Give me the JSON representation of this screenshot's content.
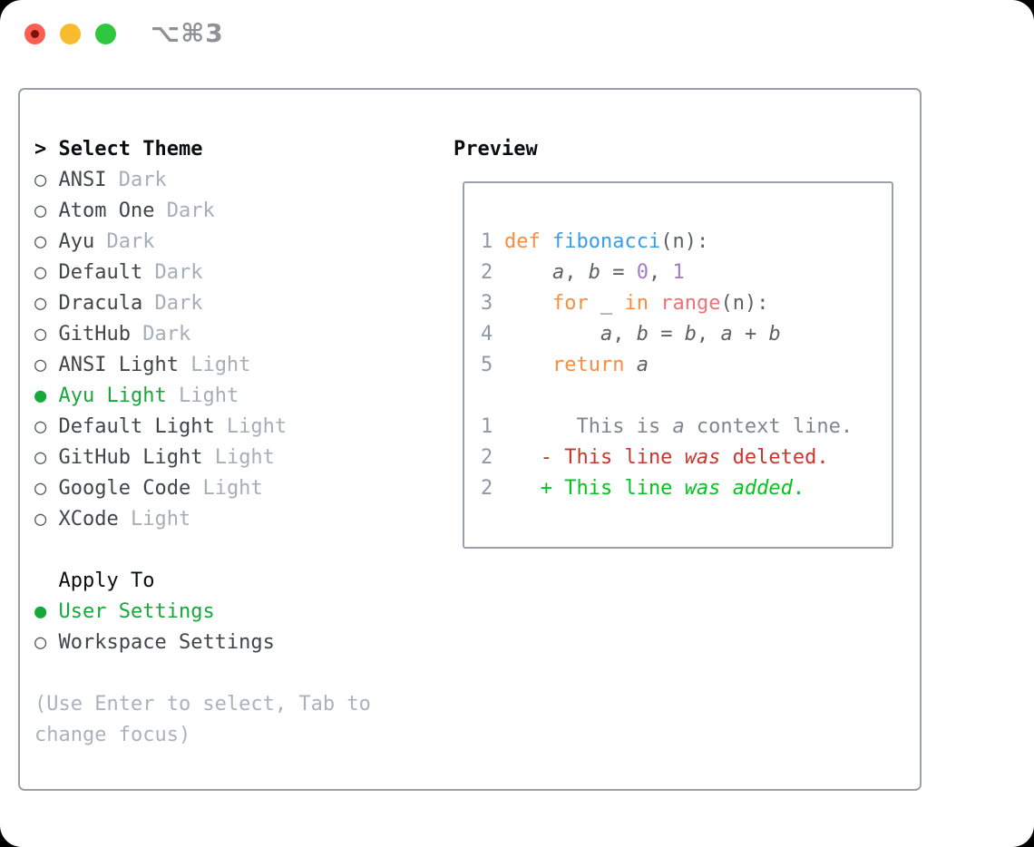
{
  "titlebar": {
    "shortcut": "⌥⌘3",
    "buttons": [
      "close",
      "minimize",
      "zoom"
    ]
  },
  "colors": {
    "accent_green": "#17a83c",
    "item_name": "#40454b",
    "variant_muted": "#a6aeb8",
    "circle_marker": "#53585e",
    "header_black": "#0a0d10",
    "help_muted": "#aab2bc",
    "panel_border": "#99a1ac",
    "line_number": "#8f99a5",
    "keyword": "#fa8d3e",
    "function_name": "#399ee6",
    "function_call": "#f07178",
    "number_literal": "#a37acc",
    "code_default": "#5c6166",
    "diff_context": "#80868d",
    "diff_deleted": "#c8372d",
    "diff_added": "#05c31e",
    "traffic_red": "#f85e52",
    "traffic_yellow": "#f8bb2d",
    "traffic_green": "#30c73e"
  },
  "left": {
    "header_marker": "> ",
    "header": "Select Theme",
    "themes": [
      {
        "name": "ANSI",
        "variant": "Dark",
        "selected": false
      },
      {
        "name": "Atom One",
        "variant": "Dark",
        "selected": false
      },
      {
        "name": "Ayu",
        "variant": "Dark",
        "selected": false
      },
      {
        "name": "Default",
        "variant": "Dark",
        "selected": false
      },
      {
        "name": "Dracula",
        "variant": "Dark",
        "selected": false
      },
      {
        "name": "GitHub",
        "variant": "Dark",
        "selected": false
      },
      {
        "name": "ANSI Light",
        "variant": "Light",
        "selected": false
      },
      {
        "name": "Ayu Light",
        "variant": "Light",
        "selected": true
      },
      {
        "name": "Default Light",
        "variant": "Light",
        "selected": false
      },
      {
        "name": "GitHub Light",
        "variant": "Light",
        "selected": false
      },
      {
        "name": "Google Code",
        "variant": "Light",
        "selected": false
      },
      {
        "name": "XCode",
        "variant": "Light",
        "selected": false
      }
    ],
    "apply_header": "Apply To",
    "apply_options": [
      {
        "name": "User Settings",
        "selected": true
      },
      {
        "name": "Workspace Settings",
        "selected": false
      }
    ],
    "help_line1": "(Use Enter to select, Tab to",
    "help_line2": "change focus)",
    "marker_unselected": "○ ",
    "marker_selected": "● "
  },
  "preview": {
    "header": "Preview",
    "code_lines": [
      {
        "num": "1",
        "segments": [
          {
            "text": "def",
            "color": "keyword"
          },
          {
            "text": " ",
            "color": "code_default"
          },
          {
            "text": "fibonacci",
            "color": "function_name"
          },
          {
            "text": "(n):",
            "color": "code_default"
          }
        ]
      },
      {
        "num": "2",
        "segments": [
          {
            "text": "    ",
            "color": "code_default"
          },
          {
            "text": "a",
            "color": "code_default",
            "italic": true
          },
          {
            "text": ", ",
            "color": "code_default"
          },
          {
            "text": "b",
            "color": "code_default",
            "italic": true
          },
          {
            "text": " = ",
            "color": "code_default"
          },
          {
            "text": "0",
            "color": "number_literal"
          },
          {
            "text": ", ",
            "color": "code_default"
          },
          {
            "text": "1",
            "color": "number_literal"
          }
        ]
      },
      {
        "num": "3",
        "segments": [
          {
            "text": "    ",
            "color": "code_default"
          },
          {
            "text": "for",
            "color": "keyword"
          },
          {
            "text": " _ ",
            "color": "code_default"
          },
          {
            "text": "in",
            "color": "keyword"
          },
          {
            "text": " ",
            "color": "code_default"
          },
          {
            "text": "range",
            "color": "function_call"
          },
          {
            "text": "(n):",
            "color": "code_default"
          }
        ]
      },
      {
        "num": "4",
        "segments": [
          {
            "text": "        ",
            "color": "code_default"
          },
          {
            "text": "a",
            "color": "code_default",
            "italic": true
          },
          {
            "text": ", ",
            "color": "code_default"
          },
          {
            "text": "b",
            "color": "code_default",
            "italic": true
          },
          {
            "text": " = ",
            "color": "code_default"
          },
          {
            "text": "b",
            "color": "code_default",
            "italic": true
          },
          {
            "text": ", ",
            "color": "code_default"
          },
          {
            "text": "a",
            "color": "code_default",
            "italic": true
          },
          {
            "text": " + ",
            "color": "code_default"
          },
          {
            "text": "b",
            "color": "code_default",
            "italic": true
          }
        ]
      },
      {
        "num": "5",
        "segments": [
          {
            "text": "    ",
            "color": "code_default"
          },
          {
            "text": "return",
            "color": "keyword"
          },
          {
            "text": " ",
            "color": "code_default"
          },
          {
            "text": "a",
            "color": "code_default",
            "italic": true
          }
        ]
      },
      {
        "num": "",
        "segments": []
      },
      {
        "num": "1",
        "segments": [
          {
            "text": "      This is ",
            "color": "diff_context"
          },
          {
            "text": "a",
            "color": "diff_context",
            "italic": true
          },
          {
            "text": " context line.",
            "color": "diff_context"
          }
        ]
      },
      {
        "num": "2",
        "segments": [
          {
            "text": "   - This line ",
            "color": "diff_deleted"
          },
          {
            "text": "was",
            "color": "diff_deleted",
            "italic": true
          },
          {
            "text": " deleted.",
            "color": "diff_deleted"
          }
        ]
      },
      {
        "num": "2",
        "segments": [
          {
            "text": "   + This line ",
            "color": "diff_added"
          },
          {
            "text": "was",
            "color": "diff_added",
            "italic": true
          },
          {
            "text": " ",
            "color": "diff_added"
          },
          {
            "text": "added",
            "color": "diff_added",
            "italic": true
          },
          {
            "text": ".",
            "color": "diff_added"
          }
        ]
      }
    ]
  }
}
